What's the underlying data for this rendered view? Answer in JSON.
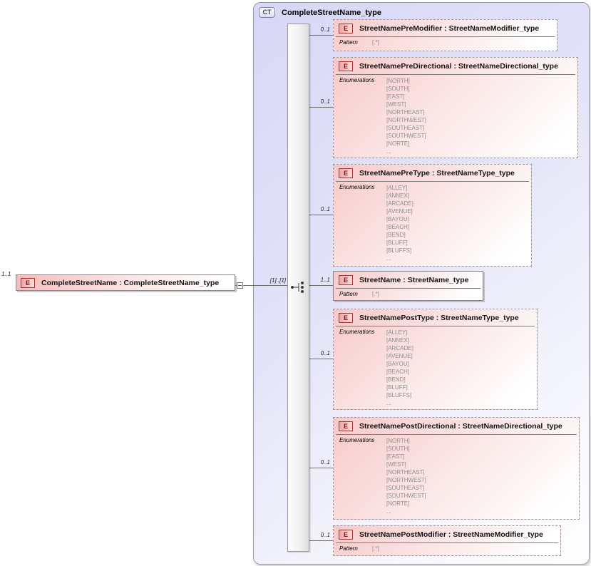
{
  "root": {
    "cardinality": "1..1",
    "badge": "E",
    "label": "CompleteStreetName : CompleteStreetName_type"
  },
  "container": {
    "badge": "CT",
    "title": "CompleteStreetName_type",
    "group_cardinality": "[1]..[1]",
    "compositor": "sequence"
  },
  "colors": {
    "container_fill": "#dcdcf8",
    "element_fill": "#f7c9c9",
    "badge_border": "#a23737",
    "enum_text": "#8f8f8f"
  },
  "elements": [
    {
      "cardinality": "0..1",
      "badge": "E",
      "title": "StreetNamePreModifier : StreetNameModifier_type",
      "facet_label": "Pattern",
      "facet_value": "[.*]"
    },
    {
      "cardinality": "0..1",
      "badge": "E",
      "title": "StreetNamePreDirectional : StreetNameDirectional_type",
      "facet_label": "Enumerations",
      "values": [
        "[NORTH]",
        "[SOUTH]",
        "[EAST]",
        "[WEST]",
        "[NORTHEAST]",
        "[NORTHWEST]",
        "[SOUTHEAST]",
        "[SOUTHWEST]",
        "[NORTE]",
        "..."
      ]
    },
    {
      "cardinality": "0..1",
      "badge": "E",
      "title": "StreetNamePreType : StreetNameType_type",
      "facet_label": "Enumerations",
      "values": [
        "[ALLEY]",
        "[ANNEX]",
        "[ARCADE]",
        "[AVENUE]",
        "[BAYOU]",
        "[BEACH]",
        "[BEND]",
        "[BLUFF]",
        "[BLUFFS]",
        "..."
      ]
    },
    {
      "cardinality": "1..1",
      "badge": "E",
      "title": "StreetName : StreetName_type",
      "facet_label": "Pattern",
      "facet_value": "[.*]"
    },
    {
      "cardinality": "0..1",
      "badge": "E",
      "title": "StreetNamePostType : StreetNameType_type",
      "facet_label": "Enumerations",
      "values": [
        "[ALLEY]",
        "[ANNEX]",
        "[ARCADE]",
        "[AVENUE]",
        "[BAYOU]",
        "[BEACH]",
        "[BEND]",
        "[BLUFF]",
        "[BLUFFS]",
        "..."
      ]
    },
    {
      "cardinality": "0..1",
      "badge": "E",
      "title": "StreetNamePostDirectional : StreetNameDirectional_type",
      "facet_label": "Enumerations",
      "values": [
        "[NORTH]",
        "[SOUTH]",
        "[EAST]",
        "[WEST]",
        "[NORTHEAST]",
        "[NORTHWEST]",
        "[SOUTHEAST]",
        "[SOUTHWEST]",
        "[NORTE]",
        "..."
      ]
    },
    {
      "cardinality": "0..1",
      "badge": "E",
      "title": "StreetNamePostModifier : StreetNameModifier_type",
      "facet_label": "Pattern",
      "facet_value": "[.*]"
    }
  ]
}
